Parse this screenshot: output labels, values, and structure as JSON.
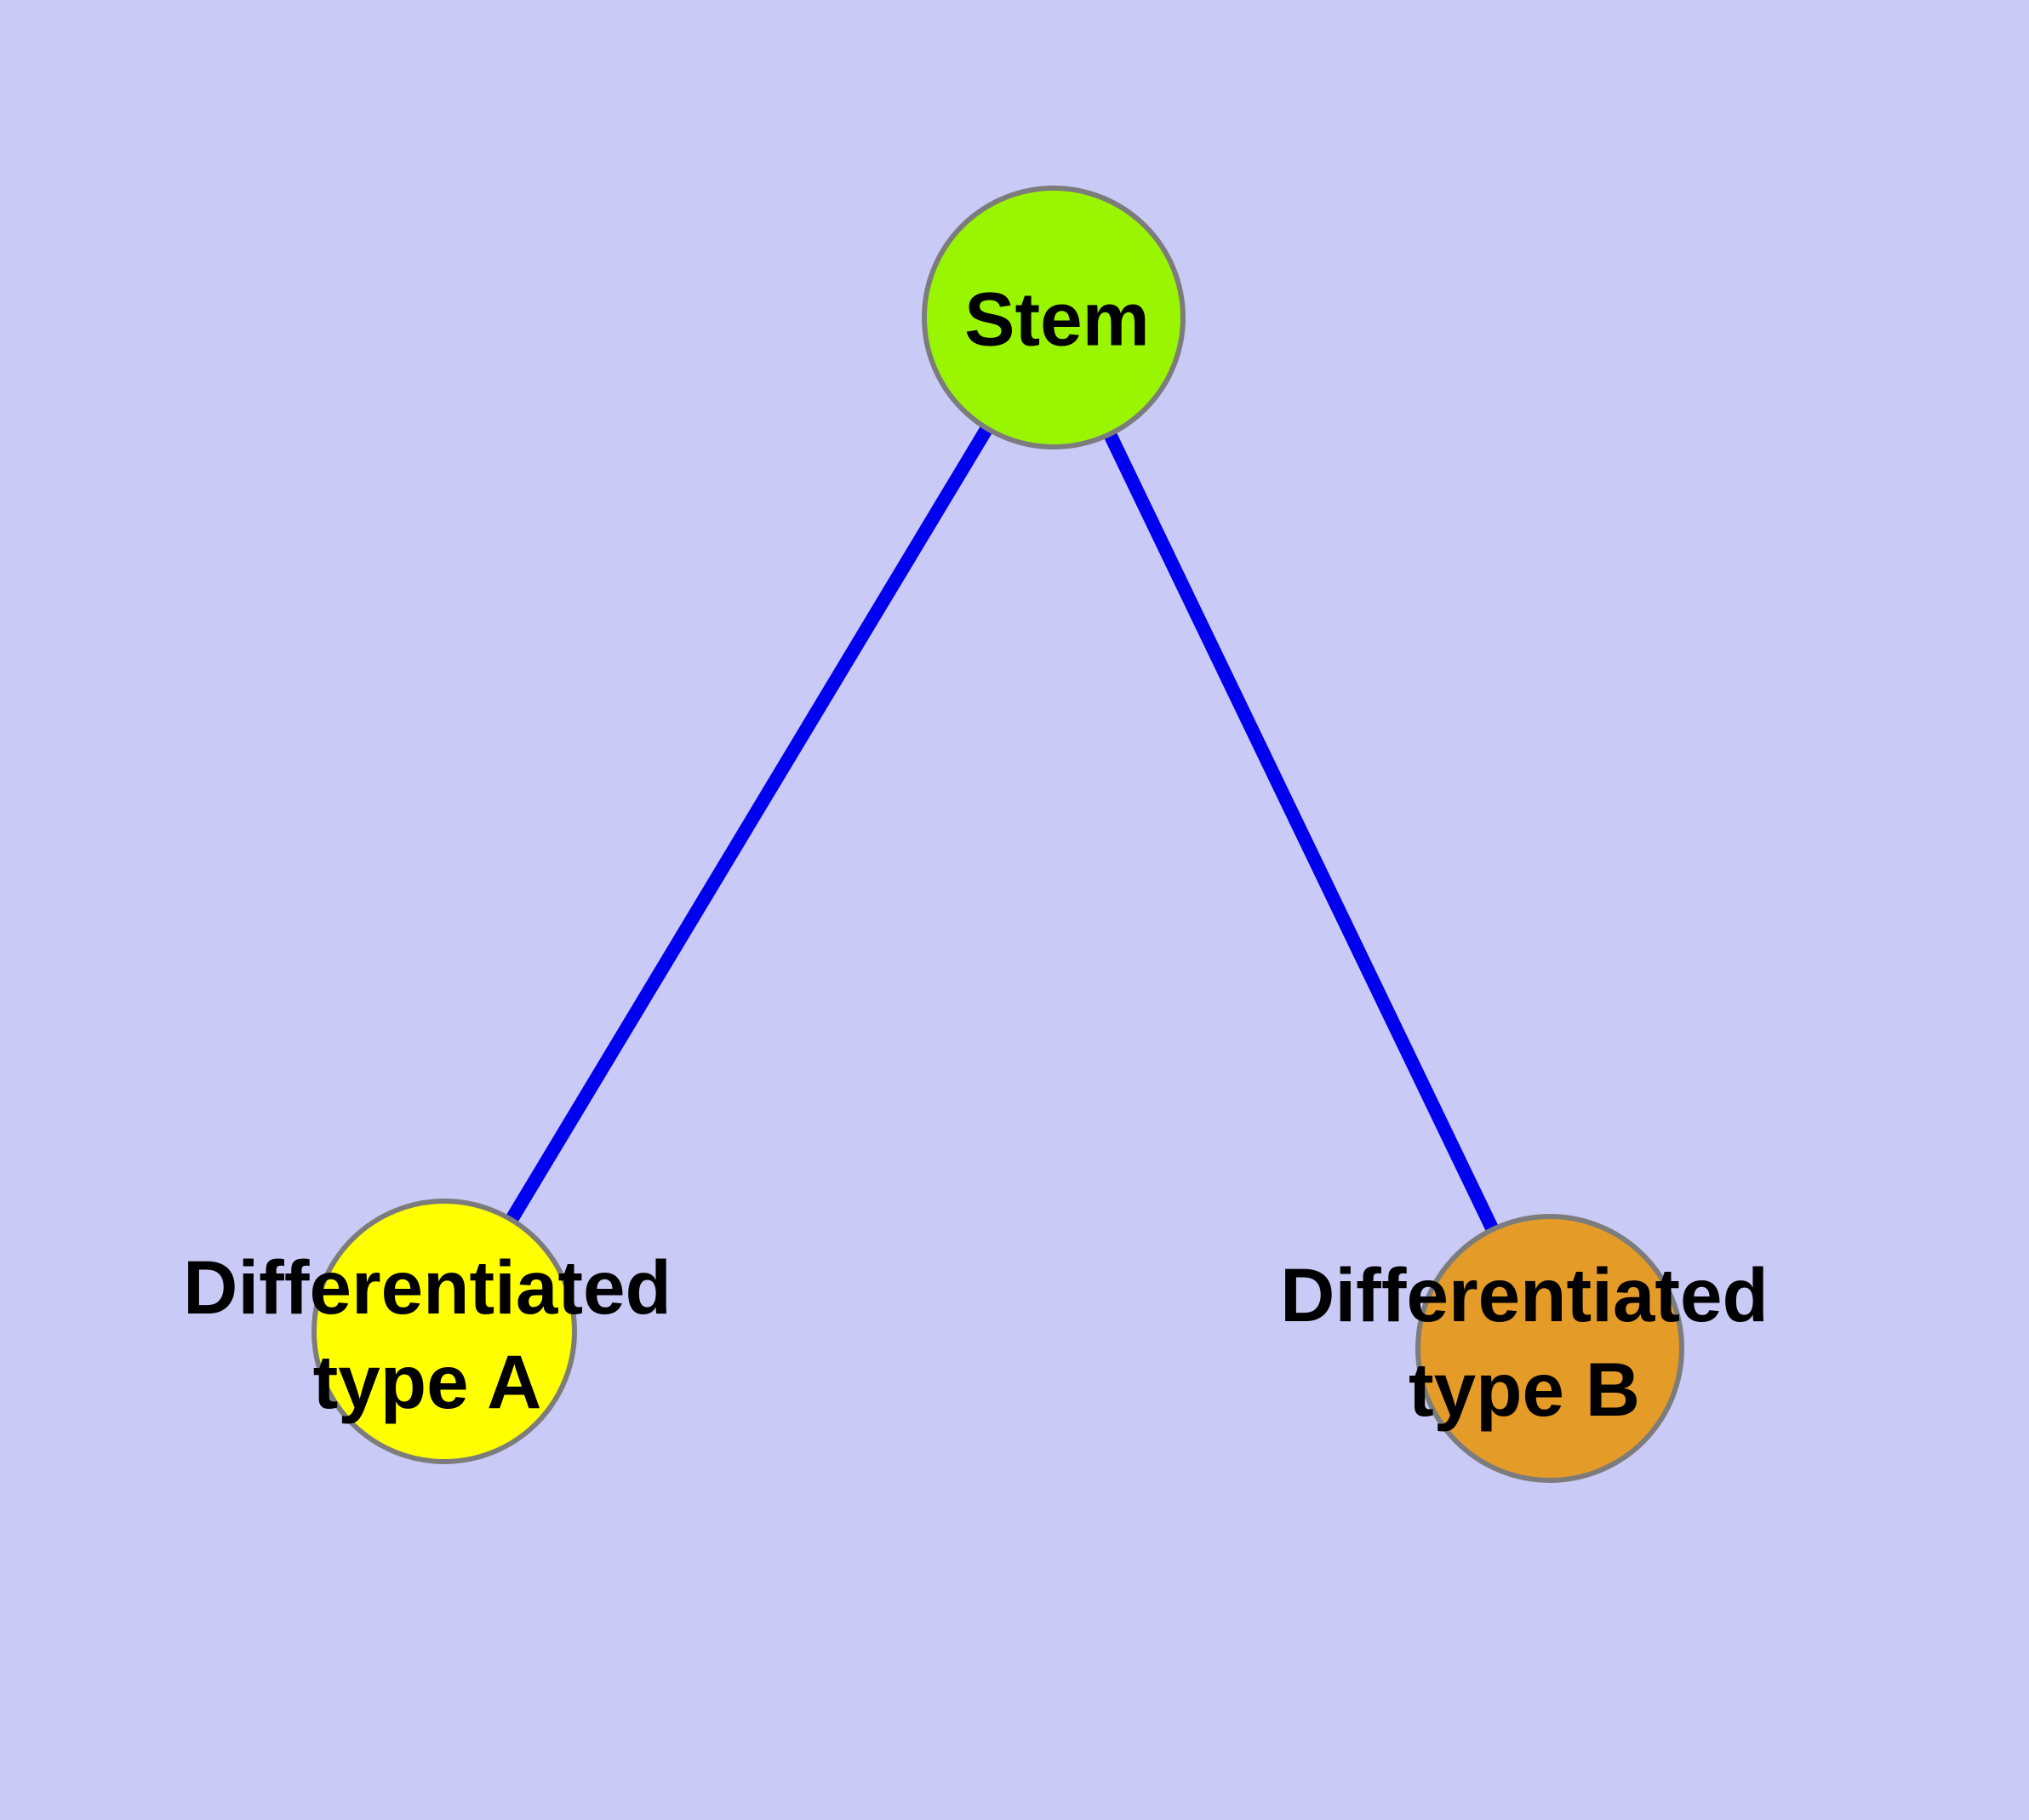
{
  "diagram": {
    "type": "graph",
    "background_color": "#CACAF6",
    "edge_color": "#0000EE",
    "node_border_color": "#7C7C7C",
    "label_color": "#000000",
    "nodes": [
      {
        "id": "stem",
        "label": "Stem",
        "line1": "Stem",
        "line2": "",
        "fill_color": "#9AF500"
      },
      {
        "id": "differentiated-type-a",
        "label": "Differentiated type A",
        "line1": "Differentiated",
        "line2": "type A",
        "fill_color": "#FFFF00"
      },
      {
        "id": "differentiated-type-b",
        "label": "Differentiated type B",
        "line1": "Differentiated",
        "line2": "type B",
        "fill_color": "#E49B27"
      }
    ],
    "edges": [
      {
        "from": "Stem",
        "to": "Differentiated type A"
      },
      {
        "from": "Stem",
        "to": "Differentiated type B"
      }
    ]
  }
}
